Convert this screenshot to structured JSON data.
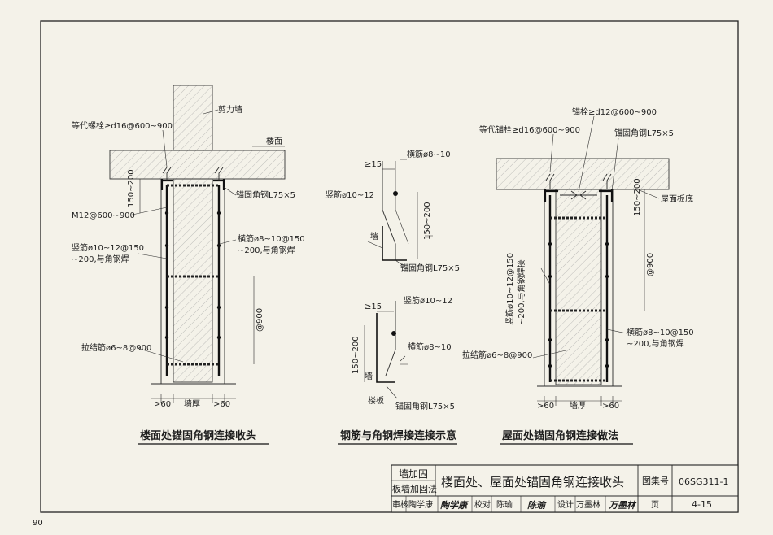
{
  "page_number": "90",
  "detail1": {
    "caption": "楼面处锚固角钢连接收头",
    "labels": {
      "shear_wall": "剪力墙",
      "floor": "楼面",
      "bolt": "等代螺栓≥d16@600~900",
      "dim_150_200": "150~200",
      "angle": "锚固角钢L75×5",
      "m12": "M12@600~900",
      "horizontal_bar": "横筋ø8~10@150",
      "horizontal_bar2": "~200,与角钢焊",
      "vertical_bar": "竖筋ø10~12@150",
      "vertical_bar2": "~200,与角钢焊",
      "spacing": "@900",
      "tie_bar": "拉结筋ø6~8@900",
      "dim_left": ">60",
      "dim_mid": "墙厚",
      "dim_right": ">60"
    }
  },
  "detail2": {
    "caption": "钢筋与角钢焊接连接示意",
    "labels": {
      "h_bar": "横筋ø8~10",
      "ge15": "≥15",
      "v_bar": "竖筋ø10~12",
      "dim_150_200": "150~200",
      "wall": "墙",
      "angle": "锚固角钢L75×5",
      "v_bar_b": "竖筋ø10~12",
      "ge15_b": "≥15",
      "h_bar_b": "横筋ø8~10",
      "dim_b": "150~200",
      "wall_b": "墙",
      "slab_b": "楼板",
      "angle_b": "锚固角钢L75×5"
    }
  },
  "detail3": {
    "caption": "屋面处锚固角钢连接做法",
    "labels": {
      "anchor": "锚栓≥d12@600~900",
      "equiv_anchor": "等代锚栓≥d16@600~900",
      "angle": "锚固角钢L75×5",
      "roof_bottom": "屋面板底",
      "dim_150_200": "150~200",
      "spacing": "@900",
      "vertical_bar": "竖筋ø10~12@150",
      "vertical_bar2": "~200,与角钢焊接",
      "horizontal_bar": "横筋ø8~10@150",
      "horizontal_bar2": "~200,与角钢焊",
      "tie_bar": "拉结筋ø6~8@900",
      "dim_left": ">60",
      "dim_mid": "墙厚",
      "dim_right": ">60"
    }
  },
  "title_block": {
    "category_line1": "墙加固",
    "category_line2": "板墙加固法",
    "title": "楼面处、屋面处锚固角钢连接收头",
    "atlas_label": "图集号",
    "atlas_no": "06SG311-1",
    "review_label": "审核",
    "reviewer": "陶学康",
    "reviewer_sig": "陶学康",
    "check_label": "校对",
    "checker": "陈瑜",
    "checker_sig": "陈瑜",
    "design_label": "设计",
    "designer": "万墨林",
    "designer_sig": "万墨林",
    "page_label": "页",
    "page_no": "4-15"
  }
}
